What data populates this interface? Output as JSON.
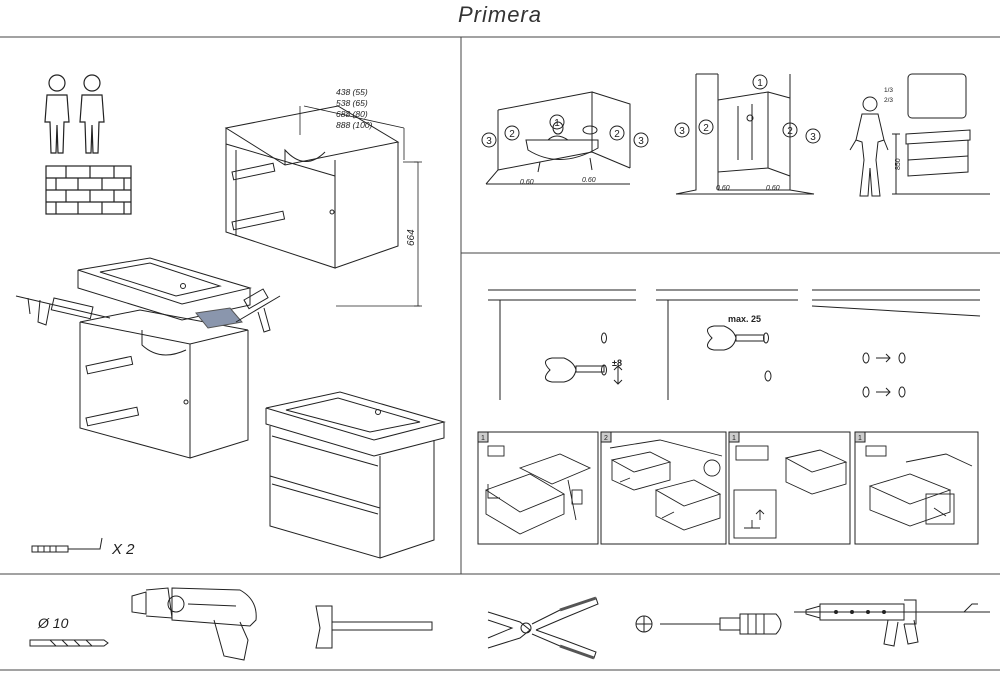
{
  "header": {
    "title": "Primera"
  },
  "dimensions": {
    "widths": [
      "438 (55)",
      "538 (65)",
      "688 (80)",
      "888 (100)"
    ],
    "height": "664"
  },
  "hardware": {
    "quantity": "X 2"
  },
  "placement": {
    "zones": [
      "1",
      "2",
      "3"
    ],
    "clearance": "0.60",
    "mirror_fractions": [
      "1/3",
      "2/3"
    ],
    "mount_height": "850"
  },
  "wall": {
    "max_depth": "max. 25",
    "adjust": "±8"
  },
  "drawer_steps": [
    "1",
    "2",
    "1",
    "1"
  ],
  "tools": {
    "drill_bit": "Ø 10"
  }
}
